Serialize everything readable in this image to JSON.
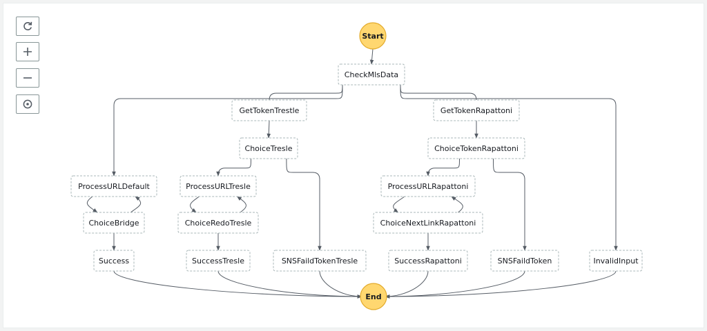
{
  "toolbar": {
    "buttons": [
      {
        "name": "refresh-button",
        "icon": "refresh-icon"
      },
      {
        "name": "zoom-in-button",
        "icon": "plus-icon"
      },
      {
        "name": "zoom-out-button",
        "icon": "minus-icon"
      },
      {
        "name": "center-button",
        "icon": "target-icon"
      }
    ]
  },
  "colors": {
    "terminal_fill": "#ffd770",
    "terminal_stroke": "#e3ab2c",
    "node_border": "#aab7b8",
    "edge": "#545b64"
  },
  "nodes": [
    {
      "id": "Start",
      "label": "Start",
      "kind": "terminal"
    },
    {
      "id": "CheckMlsData",
      "label": "CheckMlsData",
      "kind": "state"
    },
    {
      "id": "GetTokenTrestle",
      "label": "GetTokenTrestle",
      "kind": "state"
    },
    {
      "id": "GetTokenRapattoni",
      "label": "GetTokenRapattoni",
      "kind": "state"
    },
    {
      "id": "ChoiceTresle",
      "label": "ChoiceTresle",
      "kind": "state"
    },
    {
      "id": "ChoiceTokenRapattoni",
      "label": "ChoiceTokenRapattoni",
      "kind": "state"
    },
    {
      "id": "ProcessURLDefault",
      "label": "ProcessURLDefault",
      "kind": "state"
    },
    {
      "id": "ProcessURLTresle",
      "label": "ProcessURLTresle",
      "kind": "state"
    },
    {
      "id": "ProcessURLRapattoni",
      "label": "ProcessURLRapattoni",
      "kind": "state"
    },
    {
      "id": "ChoiceBridge",
      "label": "ChoiceBridge",
      "kind": "state"
    },
    {
      "id": "ChoiceRedoTresle",
      "label": "ChoiceRedoTresle",
      "kind": "state"
    },
    {
      "id": "ChoiceNextLinkRapattoni",
      "label": "ChoiceNextLinkRapattoni",
      "kind": "state"
    },
    {
      "id": "Success",
      "label": "Success",
      "kind": "state"
    },
    {
      "id": "SuccessTresle",
      "label": "SuccessTresle",
      "kind": "state"
    },
    {
      "id": "SNSFaildTokenTresle",
      "label": "SNSFaildTokenTresle",
      "kind": "state"
    },
    {
      "id": "SuccessRapattoni",
      "label": "SuccessRapattoni",
      "kind": "state"
    },
    {
      "id": "SNSFaildToken",
      "label": "SNSFaildToken",
      "kind": "state"
    },
    {
      "id": "InvalidInput",
      "label": "InvalidInput",
      "kind": "state"
    },
    {
      "id": "End",
      "label": "End",
      "kind": "terminal"
    }
  ],
  "edges": [
    [
      "Start",
      "CheckMlsData"
    ],
    [
      "CheckMlsData",
      "ProcessURLDefault"
    ],
    [
      "CheckMlsData",
      "GetTokenTrestle"
    ],
    [
      "CheckMlsData",
      "GetTokenRapattoni"
    ],
    [
      "CheckMlsData",
      "InvalidInput"
    ],
    [
      "GetTokenTrestle",
      "ChoiceTresle"
    ],
    [
      "ChoiceTresle",
      "ProcessURLTresle"
    ],
    [
      "ChoiceTresle",
      "SNSFaildTokenTresle"
    ],
    [
      "GetTokenRapattoni",
      "ChoiceTokenRapattoni"
    ],
    [
      "ChoiceTokenRapattoni",
      "ProcessURLRapattoni"
    ],
    [
      "ChoiceTokenRapattoni",
      "SNSFaildToken"
    ],
    [
      "ProcessURLDefault",
      "ChoiceBridge"
    ],
    [
      "ChoiceBridge",
      "ProcessURLDefault"
    ],
    [
      "ChoiceBridge",
      "Success"
    ],
    [
      "ProcessURLTresle",
      "ChoiceRedoTresle"
    ],
    [
      "ChoiceRedoTresle",
      "ProcessURLTresle"
    ],
    [
      "ChoiceRedoTresle",
      "SuccessTresle"
    ],
    [
      "ProcessURLRapattoni",
      "ChoiceNextLinkRapattoni"
    ],
    [
      "ChoiceNextLinkRapattoni",
      "ProcessURLRapattoni"
    ],
    [
      "ChoiceNextLinkRapattoni",
      "SuccessRapattoni"
    ],
    [
      "Success",
      "End"
    ],
    [
      "SuccessTresle",
      "End"
    ],
    [
      "SNSFaildTokenTresle",
      "End"
    ],
    [
      "SuccessRapattoni",
      "End"
    ],
    [
      "SNSFaildToken",
      "End"
    ],
    [
      "InvalidInput",
      "End"
    ]
  ]
}
